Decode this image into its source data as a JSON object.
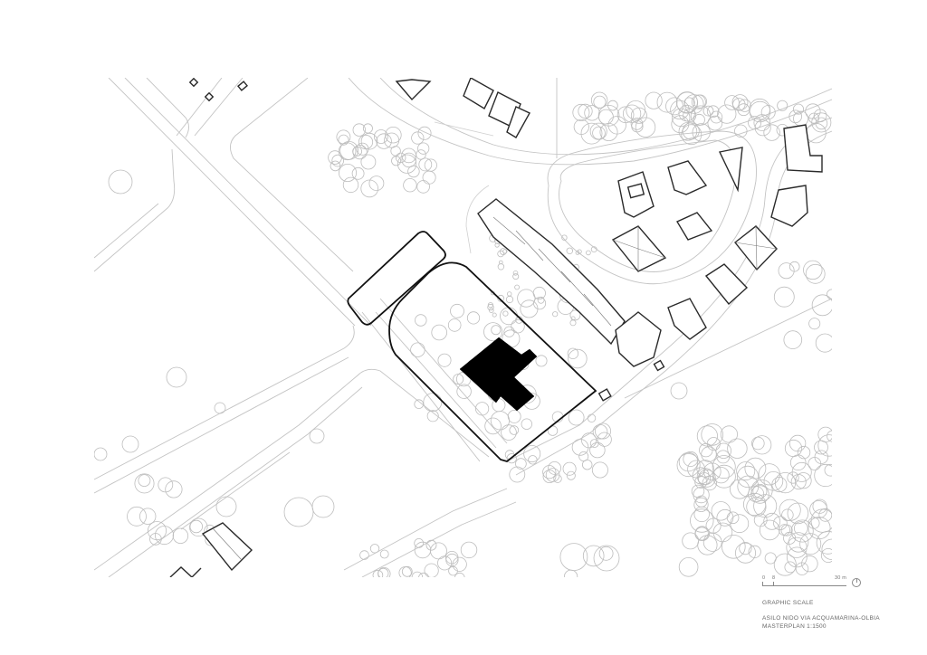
{
  "drawing": {
    "type": "architectural masterplan",
    "background": "#ffffff",
    "line_color": "#2a2a2a",
    "tree_color": "#bdbdbd",
    "project_fill": "#000000"
  },
  "legend": {
    "scale_start": "0",
    "scale_mid": "8",
    "scale_end": "30 m",
    "north_icon": "north-arrow-icon",
    "title": "GRAPHIC SCALE",
    "project_name": "ASILO NIDO VIA ACQUAMARINA-OLBIA",
    "plan_label": "MASTERPLAN 1:1500"
  }
}
